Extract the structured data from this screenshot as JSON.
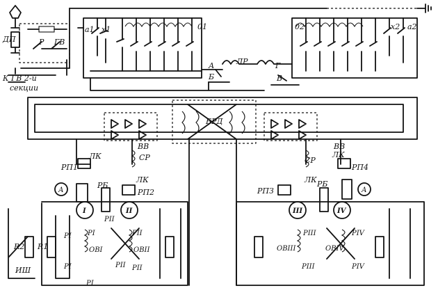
{
  "labels": {
    "dp": "ДП",
    "r": "Р",
    "gv": "ГВ",
    "k_gv": "К ГВ 2-й",
    "sekcii": "секции",
    "a1": "а1",
    "x1": "х1",
    "o1": "01",
    "o2": "02",
    "x2": "х2",
    "a2": "а2",
    "a_node": "А",
    "b_node": "Б",
    "g_node": "Г",
    "v_node": "В",
    "lr": "ЛР",
    "brd": "БРД",
    "vv_left": "ВВ",
    "vv_right": "ВВ",
    "lk1": "ЛК",
    "lk2": "ЛК",
    "lk3": "ЛК",
    "lk4": "ЛК",
    "sr_left": "СР",
    "sr_right": "СР",
    "rp1": "РП1",
    "rp2": "РП2",
    "rp3": "РПЗ",
    "rp4": "РП4",
    "rb_left": "РБ",
    "rb_right": "РБ",
    "ammeter_left": "А",
    "ammeter_right": "А",
    "motor1": "I",
    "motor2": "II",
    "motor3": "III",
    "motor4": "IV",
    "r2": "R2",
    "r1": "R1",
    "ish": "ИШ",
    "pI_1": "PI",
    "pI_2": "PI",
    "pI_3": "PI",
    "pI_4": "PI",
    "ovI": "ОВI",
    "pII_1": "PII",
    "pII_2": "PII",
    "pII_3": "PII",
    "pII_4": "PII",
    "ovII": "ОВII",
    "pIII_1": "PIII",
    "pIII_2": "PIII",
    "ovIII": "ОВIII",
    "pIV_1": "PIV",
    "pIV_2": "PIV",
    "ovIV": "ОВIV"
  }
}
